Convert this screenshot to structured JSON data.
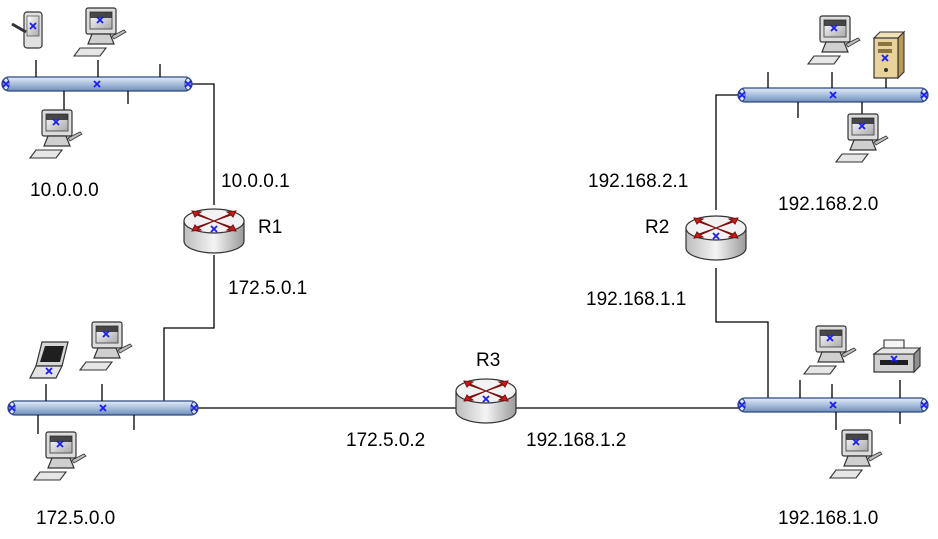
{
  "networks": {
    "net_10": "10.0.0.0",
    "net_172": "172.5.0.0",
    "net_192_2": "192.168.2.0",
    "net_192_1": "192.168.1.0"
  },
  "routers": {
    "r1": {
      "name": "R1",
      "ip_top": "10.0.0.1",
      "ip_bottom": "172.5.0.1"
    },
    "r2": {
      "name": "R2",
      "ip_top": "192.168.2.1",
      "ip_bottom": "192.168.1.1"
    },
    "r3": {
      "name": "R3",
      "ip_left": "172.5.0.2",
      "ip_right": "192.168.1.2"
    }
  },
  "icons": {
    "router": "router-icon",
    "pc": "desktop-computer-icon",
    "laptop": "laptop-icon",
    "pda": "pda-icon",
    "server": "server-icon",
    "printer": "printer-icon",
    "bus": "ethernet-bus-icon"
  },
  "colors": {
    "bus_fill": "#b9cbe3",
    "bus_stroke": "#2e4a80",
    "router_top": "#f2f2f2",
    "router_arrow": "#cc1a1a",
    "marker": "#1a1aff"
  }
}
